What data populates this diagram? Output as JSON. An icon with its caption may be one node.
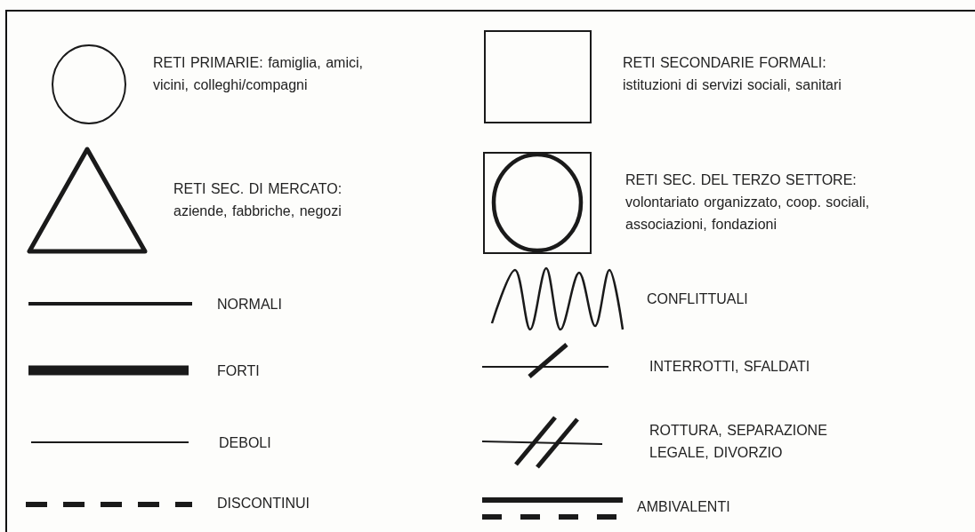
{
  "diagram": {
    "nodes": [
      {
        "text": [],
        "shape": "circle",
        "beside": [
          "RETI PRIMARIE: famiglia, amici, vicini, colleghi/compagni"
        ]
      },
      {
        "text": [],
        "shape": "box",
        "beside": [
          "RETI SECONDARIE FORMALI: istituzioni di servizi sociali, sanitari"
        ]
      },
      {
        "text": [],
        "shape": "triangle",
        "beside": [
          "RETI SEC. DI MERCATO: aziende, fabbriche, negozi"
        ]
      },
      {
        "text": [],
        "shape": "box",
        "beside": [
          "RETI SEC. DEL TERZO SETTORE: volontariato organizzato, coop. sociali, associazioni, fondazioni"
        ]
      },
      {
        "text": [],
        "shape": "circle",
        "in": 3
      }
    ],
    "legend": [
      {
        "text": "NORMALI"
      },
      {
        "text": "FORTI"
      },
      {
        "text": "DEBOLI"
      },
      {
        "text": "DISCONTINUI"
      },
      {
        "text": "CONFLITTUALI"
      },
      {
        "text": "INTERROTTI, SFALDATI"
      },
      {
        "text": "ROTTURA, SEPARAZIONE LEGALE, DIVORZIO"
      },
      {
        "text": "AMBIVALENTI"
      }
    ]
  }
}
